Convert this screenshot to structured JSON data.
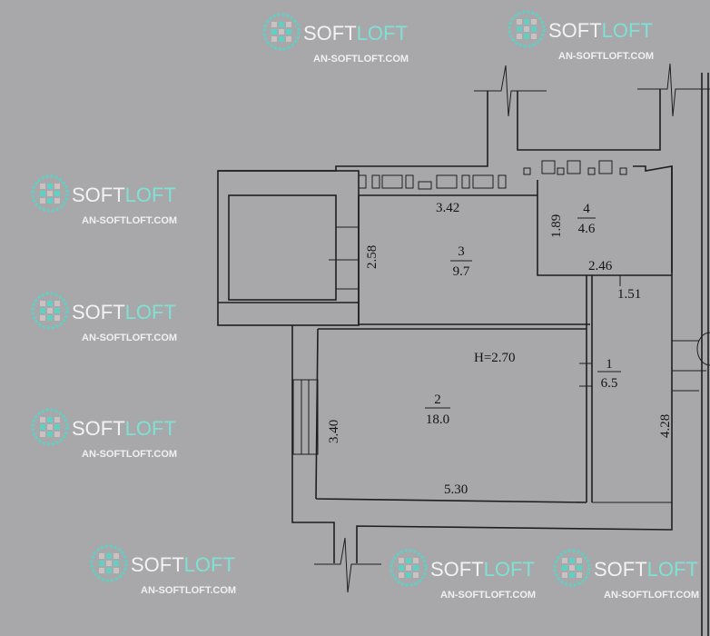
{
  "plan": {
    "ceiling_height": "H=2.70",
    "rooms": [
      {
        "number": "1",
        "area": "6.5",
        "dimensions": [
          "1.51",
          "4.28"
        ]
      },
      {
        "number": "2",
        "area": "18.0",
        "dimensions": [
          "5.30",
          "3.40"
        ]
      },
      {
        "number": "3",
        "area": "9.7",
        "dimensions": [
          "3.42",
          "2.58"
        ]
      },
      {
        "number": "4",
        "area": "4.6",
        "dimensions": [
          "2.46",
          "1.89"
        ]
      }
    ]
  },
  "watermark": {
    "brand_a": "SOFT",
    "brand_b": "LOFT",
    "url": "AN-SOFTLOFT.COM",
    "colors": {
      "brand_a": "#f2f2f2",
      "brand_b": "#7fe0d4",
      "logo": "#5fd0c4"
    }
  }
}
